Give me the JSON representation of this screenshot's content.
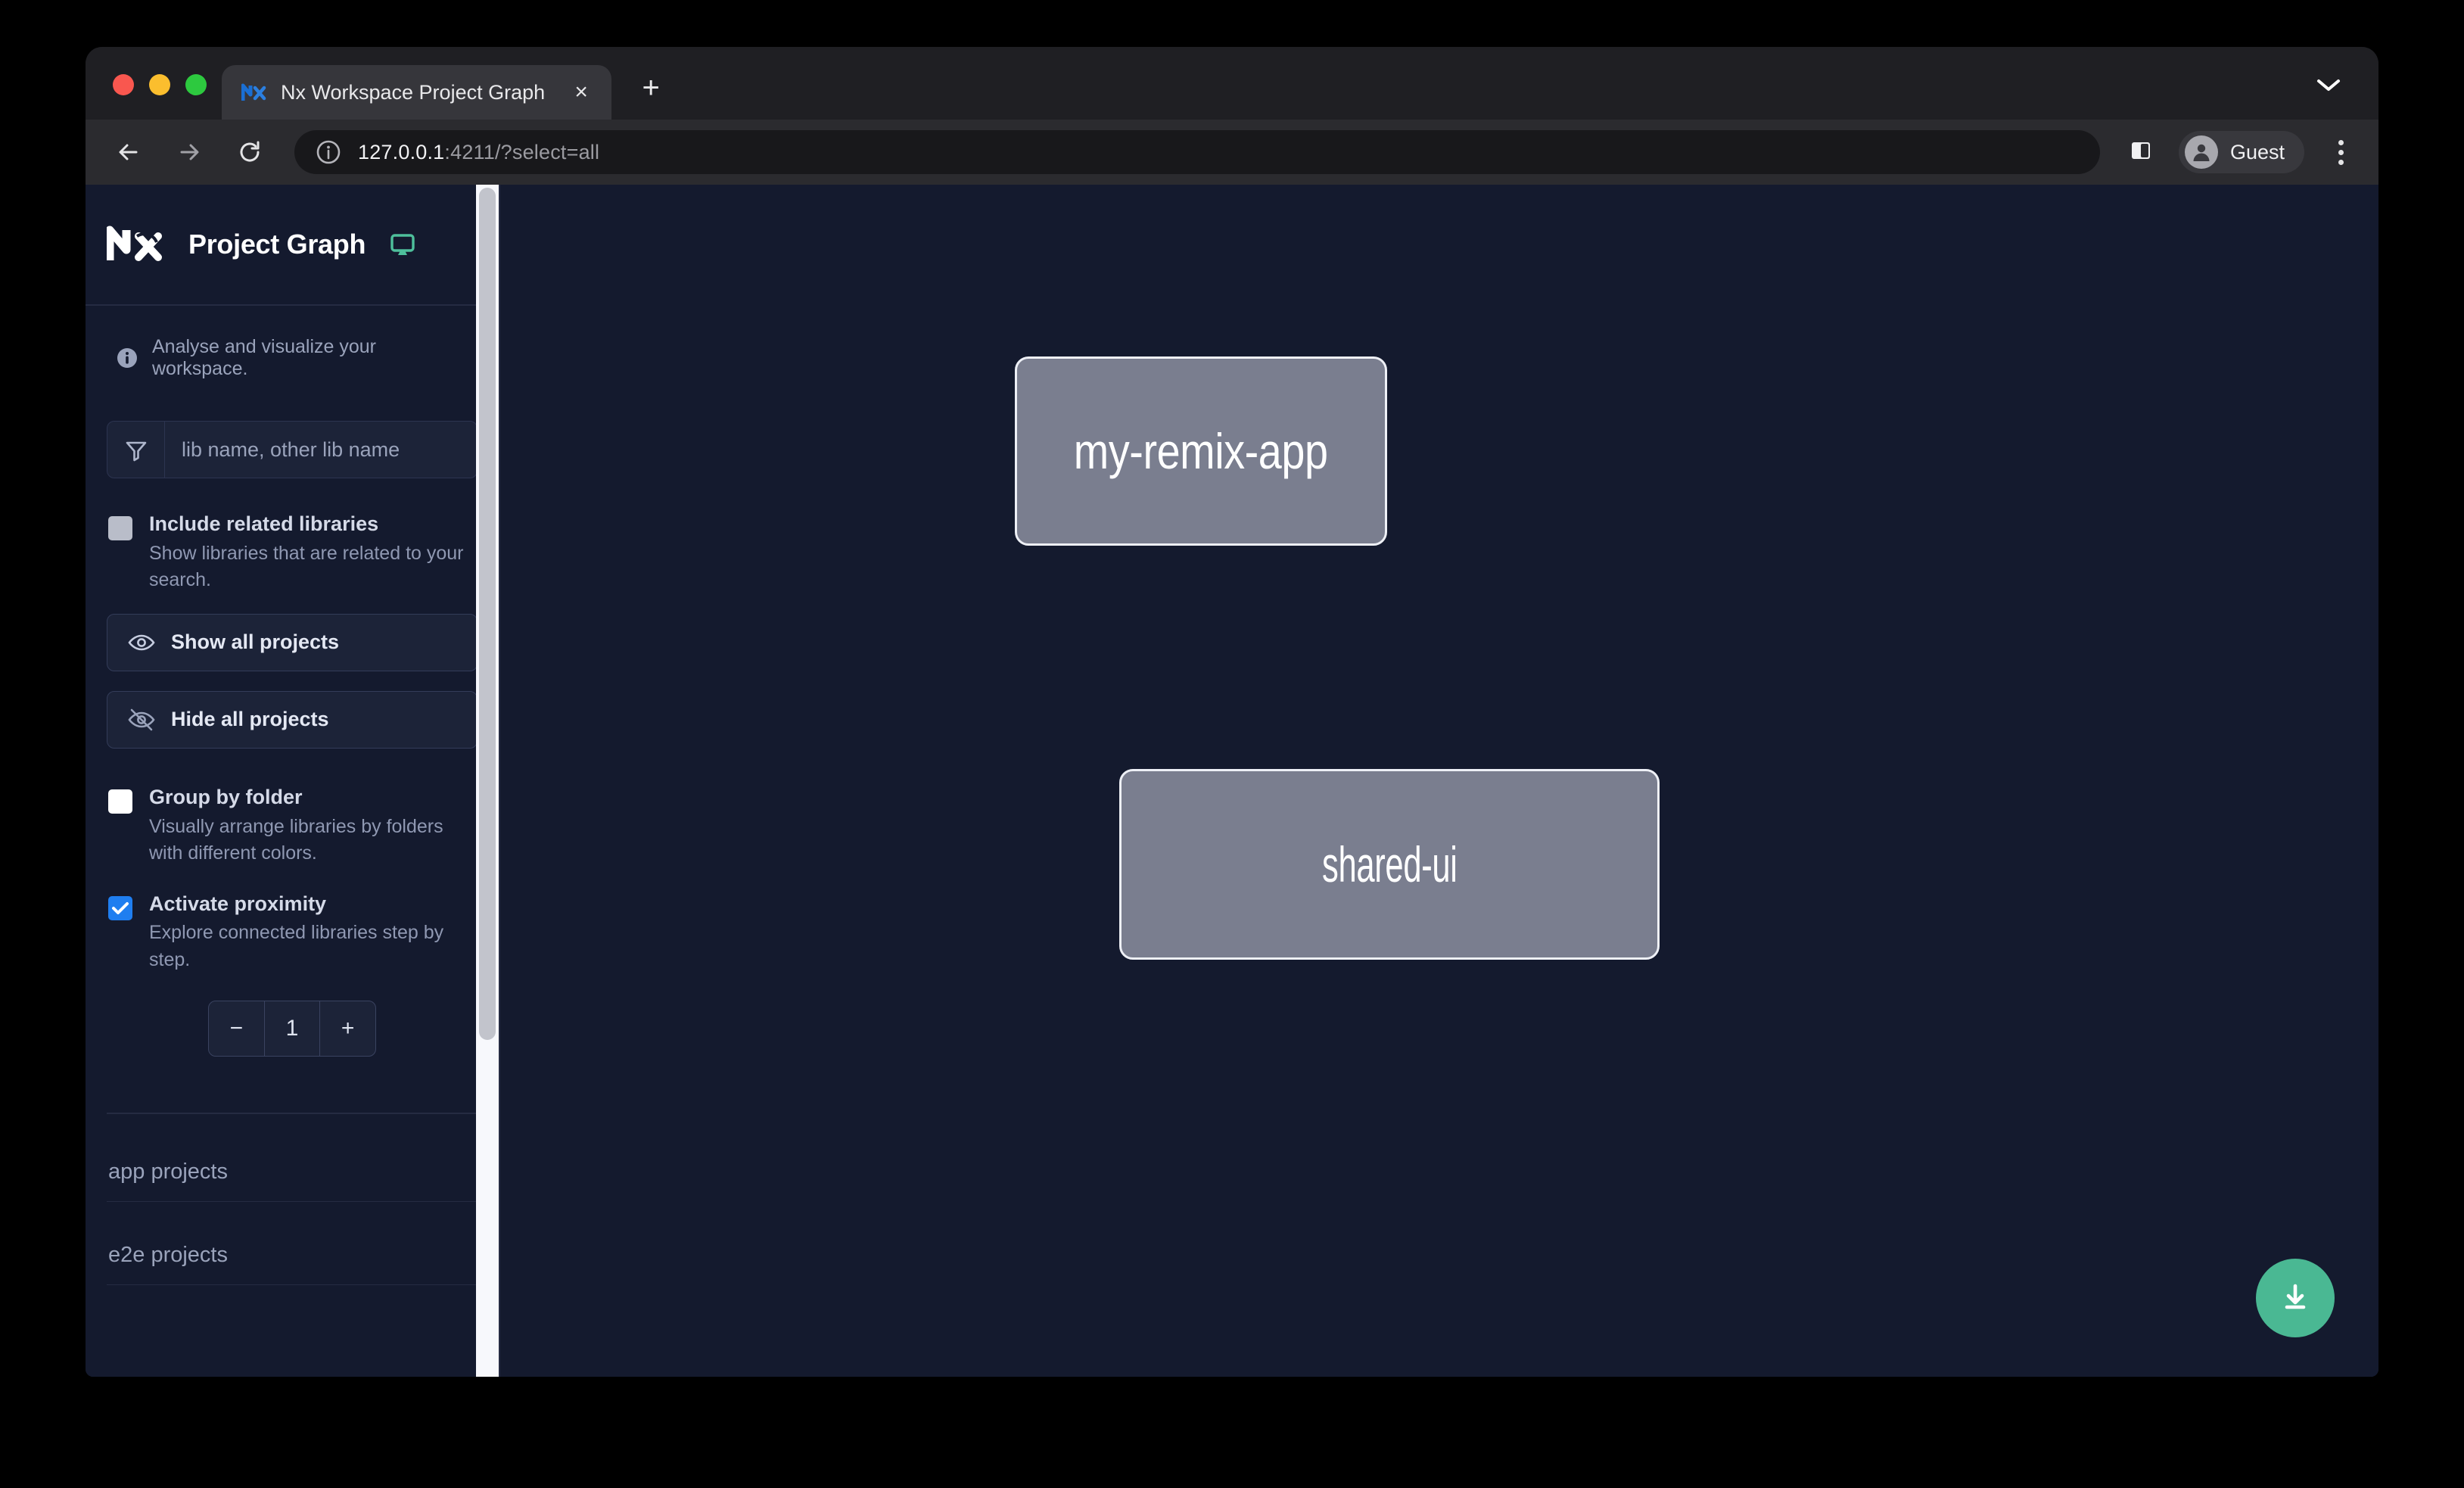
{
  "browser": {
    "tab": {
      "title": "Nx Workspace Project Graph",
      "favicon_icon": "nx-favicon-icon",
      "close_label": "×"
    },
    "new_tab_label": "+",
    "tab_list_icon": "chevron-down-icon",
    "toolbar": {
      "back_icon": "back-arrow-icon",
      "forward_icon": "forward-arrow-icon",
      "reload_icon": "reload-icon",
      "site_info_icon": "info-circle-icon",
      "url_host": "127.0.0.1",
      "url_rest": ":4211/?select=all",
      "side_panel_icon": "side-panel-icon",
      "profile_name": "Guest",
      "profile_icon": "person-avatar-icon",
      "menu_icon": "three-dot-menu-icon"
    }
  },
  "sidebar": {
    "logo_icon": "nx-logo-icon",
    "title": "Project Graph",
    "monitor_icon": "monitor-icon",
    "info_icon": "info-circle-icon",
    "tagline": "Analyse and visualize your workspace.",
    "filter": {
      "icon": "funnel-filter-icon",
      "placeholder": "lib name, other lib name",
      "value": ""
    },
    "options": [
      {
        "id": "include-related-libraries",
        "title": "Include related libraries",
        "description": "Show libraries that are related to your search.",
        "state": "disabled"
      },
      {
        "id": "group-by-folder",
        "title": "Group by folder",
        "description": "Visually arrange libraries by folders with different colors.",
        "state": "unchecked"
      },
      {
        "id": "activate-proximity",
        "title": "Activate proximity",
        "description": "Explore connected libraries step by step.",
        "state": "checked"
      }
    ],
    "buttons": [
      {
        "id": "show-all-projects",
        "label": "Show all projects",
        "icon": "eye-icon"
      },
      {
        "id": "hide-all-projects",
        "label": "Hide all projects",
        "icon": "eye-slash-icon"
      }
    ],
    "proximity_stepper": {
      "decrement_label": "−",
      "value": "1",
      "increment_label": "+"
    },
    "sections": [
      {
        "id": "app-projects",
        "label": "app projects"
      },
      {
        "id": "e2e-projects",
        "label": "e2e projects"
      }
    ]
  },
  "graph": {
    "nodes": [
      {
        "id": "my-remix-app",
        "label": "my-remix-app"
      },
      {
        "id": "shared-ui",
        "label": "shared-ui"
      }
    ],
    "edges": [
      {
        "from": "my-remix-app",
        "to": "shared-ui"
      }
    ],
    "download_button": {
      "icon": "download-icon",
      "color": "#4ab893"
    },
    "colors": {
      "background": "#141a2e",
      "node_fill": "#7a7e8f",
      "node_border": "#eef0f6",
      "edge": "#e8eaf2"
    }
  }
}
